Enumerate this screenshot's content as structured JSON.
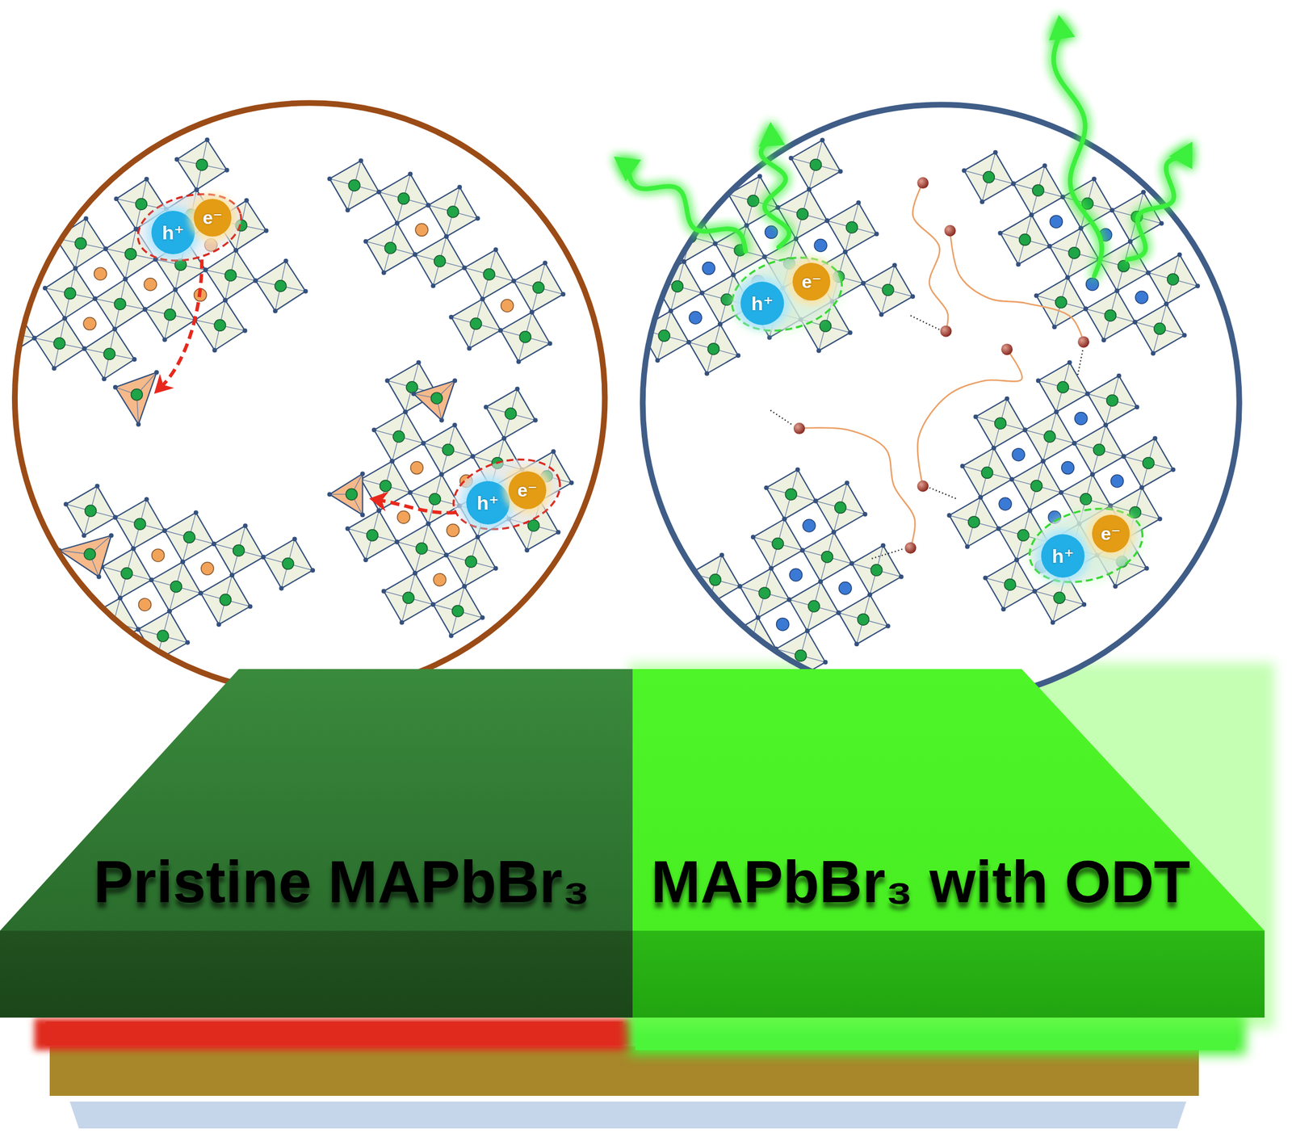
{
  "diagram": {
    "nodes": [
      {
        "text": [
          "h⁺"
        ]
      },
      {
        "text": [
          "e⁻"
        ]
      },
      {
        "text": [
          "h⁺"
        ]
      },
      {
        "text": [
          "e⁻"
        ]
      },
      {
        "text": [
          "h⁺"
        ]
      },
      {
        "text": [
          "e⁻"
        ]
      },
      {
        "text": [
          "h⁺"
        ]
      },
      {
        "text": [
          "e⁻"
        ]
      },
      {
        "text": [
          "Pristine MAPbBr₃"
        ]
      },
      {
        "text": [
          "MAPbBr₃ with ODT"
        ]
      }
    ]
  }
}
